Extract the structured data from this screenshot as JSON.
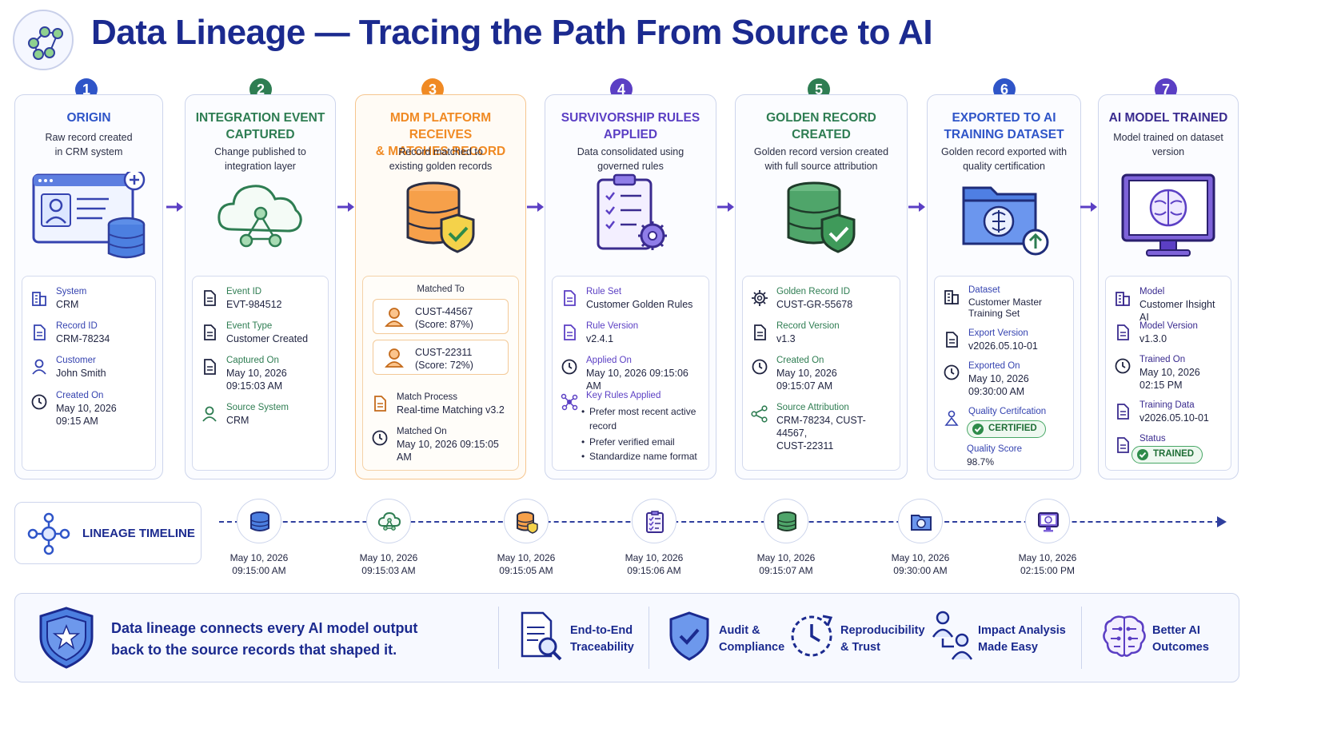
{
  "header": {
    "title": "Data Lineage — Tracing the Path From Source to AI",
    "logo_icon": "lineage-network-icon"
  },
  "colors": {
    "navy": "#1b2a8f",
    "blue": "#3543b0",
    "orange": "#f08a24",
    "green": "#2e8b4a",
    "purple": "#5b3fc4",
    "teal": "#2a8a8a"
  },
  "steps": [
    {
      "num": "1",
      "title": "ORIGIN",
      "subtitle": "Raw record created\nin CRM system",
      "fields": [
        {
          "label": "System",
          "value": "CRM",
          "icon": "building-icon"
        },
        {
          "label": "Record ID",
          "value": "CRM-78234",
          "icon": "document-icon"
        },
        {
          "label": "Customer",
          "value": "John Smith",
          "icon": "user-icon"
        },
        {
          "label": "Created On",
          "value": "May 10, 2026\n09:15 AM",
          "icon": "clock-icon"
        }
      ]
    },
    {
      "num": "2",
      "title": "INTEGRATION EVENT\nCAPTURED",
      "subtitle": "Change published to\nintegration layer",
      "fields": [
        {
          "label": "Event ID",
          "value": "EVT-984512",
          "icon": "document-icon"
        },
        {
          "label": "Event Type",
          "value": "Customer Created",
          "icon": "document-icon"
        },
        {
          "label": "Captured On",
          "value": "May 10, 2026\n09:15:03 AM",
          "icon": "document-icon"
        },
        {
          "label": "Source System",
          "value": "CRM",
          "icon": "user-icon"
        }
      ]
    },
    {
      "num": "3",
      "title": "MDM PLATFORM RECEIVES\n& MATCHES RECORD",
      "subtitle": "Record matched to\nexisting golden records",
      "matched_to_label": "Matched To",
      "matches": [
        {
          "text": "CUST-44567\n(Score: 87%)"
        },
        {
          "text": "CUST-22311\n(Score: 72%)"
        }
      ],
      "fields": [
        {
          "label": "Match Process",
          "value": "Real-time Matching v3.2",
          "icon": "document-icon"
        },
        {
          "label": "Matched On",
          "value": "May 10, 2026 09:15:05 AM",
          "icon": "clock-icon"
        }
      ]
    },
    {
      "num": "4",
      "title": "SURVIVORSHIP RULES\nAPPLIED",
      "subtitle": "Data consolidated using\ngoverned rules",
      "fields": [
        {
          "label": "Rule Set",
          "value": "Customer Golden Rules",
          "icon": "document-icon"
        },
        {
          "label": "Rule Version",
          "value": "v2.4.1",
          "icon": "document-icon"
        },
        {
          "label": "Applied On",
          "value": "May 10, 2026 09:15:06 AM",
          "icon": "clock-icon"
        },
        {
          "label": "Key Rules Applied",
          "value": "",
          "icon": "network-icon"
        }
      ],
      "bullets": [
        "Prefer most recent active record",
        "Prefer verified email",
        "Standardize name format"
      ]
    },
    {
      "num": "5",
      "title": "GOLDEN RECORD\nCREATED",
      "subtitle": "Golden record version created\nwith full source attribution",
      "fields": [
        {
          "label": "Golden Record ID",
          "value": "CUST-GR-55678",
          "icon": "gear-icon"
        },
        {
          "label": "Record Version",
          "value": "v1.3",
          "icon": "document-icon"
        },
        {
          "label": "Created On",
          "value": "May 10, 2026\n09:15:07 AM",
          "icon": "clock-icon"
        },
        {
          "label": "Source Attribution",
          "value": "CRM-78234, CUST-44567,\nCUST-22311",
          "icon": "share-icon"
        }
      ]
    },
    {
      "num": "6",
      "title": "EXPORTED TO AI\nTRAINING DATASET",
      "subtitle": "Golden record exported with\nquality certification",
      "fields": [
        {
          "label": "Dataset",
          "value": "Customer Master\nTraining Set",
          "icon": "building-icon"
        },
        {
          "label": "Export Version",
          "value": "v2026.05.10-01",
          "icon": "document-icon"
        },
        {
          "label": "Exported On",
          "value": "May 10, 2026\n09:30:00 AM",
          "icon": "clock-icon"
        },
        {
          "label": "Quality Certifcation",
          "value": "",
          "icon": "person-icon"
        }
      ],
      "badge": "CERTIFIED",
      "quality_label": "Quality Score",
      "quality_value": "98.7%"
    },
    {
      "num": "7",
      "title": "AI MODEL TRAINED",
      "subtitle": "Model trained on dataset\nversion",
      "fields": [
        {
          "label": "Model",
          "value": "Customer Ihsight AI",
          "icon": "building-icon"
        },
        {
          "label": "Model Version",
          "value": "v1.3.0",
          "icon": "document-icon"
        },
        {
          "label": "Trained On",
          "value": "May 10, 2026\n02:15 PM",
          "icon": "clock-icon"
        },
        {
          "label": "Training Data",
          "value": "v2026.05.10-01",
          "icon": "document-icon"
        },
        {
          "label": "Status",
          "value": "",
          "icon": "document-icon"
        }
      ],
      "badge": "TRAINED"
    }
  ],
  "timeline": {
    "label": "LINEAGE TIMELINE",
    "events": [
      {
        "date": "May 10, 2026",
        "time": "09:15:00 AM",
        "icon": "database-icon"
      },
      {
        "date": "May 10, 2026",
        "time": "09:15:03 AM",
        "icon": "cloud-icon"
      },
      {
        "date": "May 10, 2026",
        "time": "09:15:05 AM",
        "icon": "database-shield-icon"
      },
      {
        "date": "May 10, 2026",
        "time": "09:15:06 AM",
        "icon": "clipboard-icon"
      },
      {
        "date": "May 10, 2026",
        "time": "09:15:07 AM",
        "icon": "database-icon"
      },
      {
        "date": "May 10, 2026",
        "time": "09:30:00 AM",
        "icon": "folder-icon"
      },
      {
        "date": "May 10, 2026",
        "time": "02:15:00 PM",
        "icon": "monitor-icon"
      }
    ]
  },
  "banner": {
    "text": "Data lineage connects every AI model output back to the source records that shaped it.",
    "features": [
      {
        "label": "End-to-End\nTraceability",
        "icon": "document-search-icon"
      },
      {
        "label": "Audit &\nCompliance",
        "icon": "shield-check-icon"
      },
      {
        "label": "Reproducibility\n& Trust",
        "icon": "clock-refresh-icon"
      },
      {
        "label": "Impact Analysis\nMade Easy",
        "icon": "people-link-icon"
      },
      {
        "label": "Better AI\nOutcomes",
        "icon": "brain-icon"
      }
    ]
  }
}
